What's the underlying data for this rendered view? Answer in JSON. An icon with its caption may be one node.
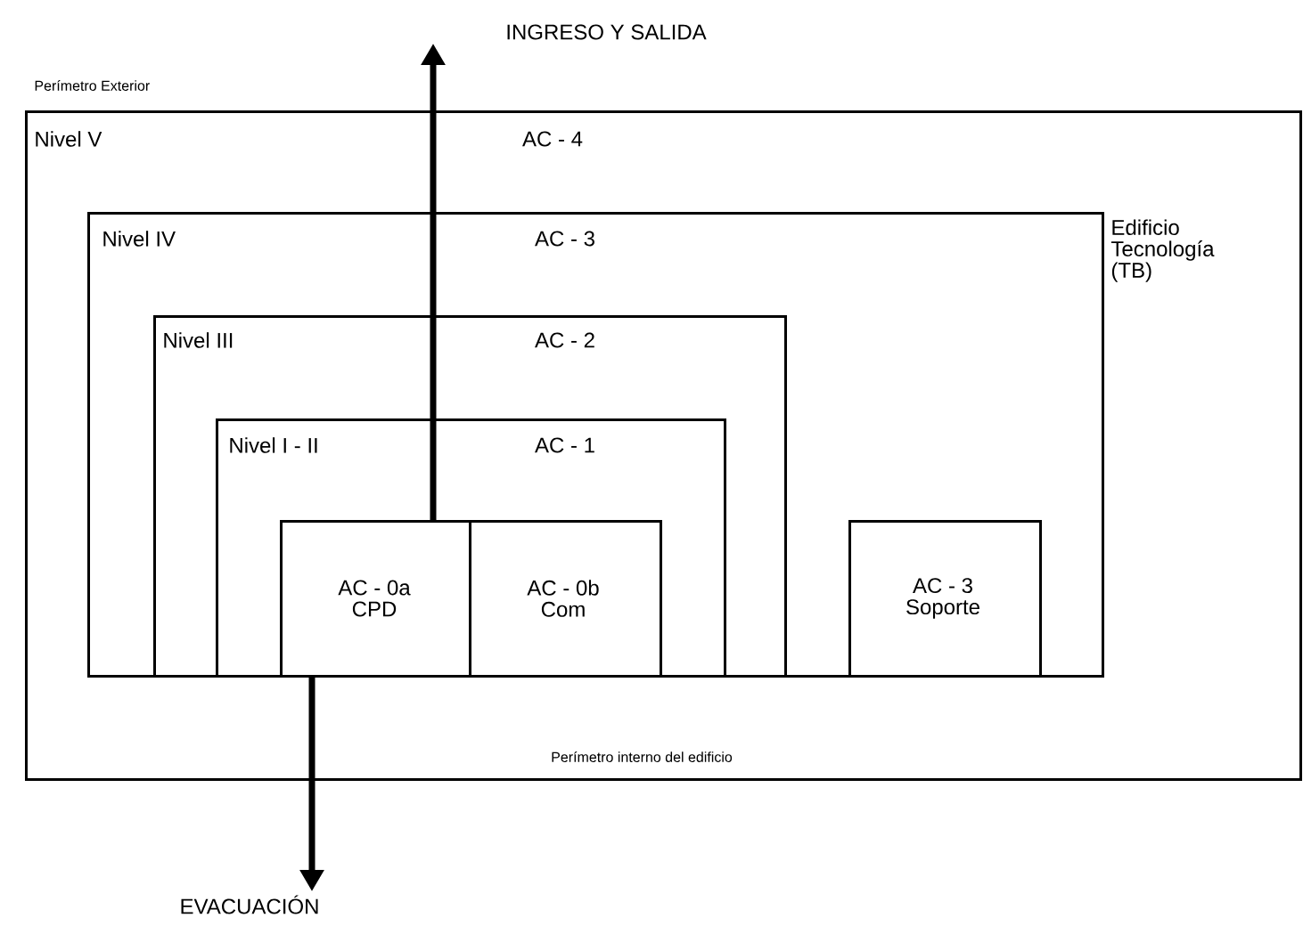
{
  "diagram": {
    "nodes": [
      {
        "text": [
          "Perímetro Exterior",
          "Nivel V",
          "AC - 4"
        ]
      },
      {
        "text": [
          "Nivel IV",
          "AC - 3"
        ],
        "in": 0,
        "beside": [
          "Edificio Tecnología (TB)"
        ]
      },
      {
        "text": [
          "Nivel III",
          "AC - 2"
        ],
        "in": 1
      },
      {
        "text": [
          "Nivel I - II",
          "AC - 1"
        ],
        "in": 2
      },
      {
        "text": [
          "AC - 0a CPD"
        ],
        "in": 3
      },
      {
        "text": [
          "AC - 0b Com"
        ],
        "in": 3
      },
      {
        "text": [
          "AC - 3 Soporte"
        ],
        "in": 1
      },
      {
        "text": [
          "INGRESO Y SALIDA"
        ]
      },
      {
        "text": [
          "EVACUACIÓN"
        ]
      }
    ],
    "edges": [
      {
        "from": 4,
        "to": 7,
        "arrow": "to"
      },
      {
        "from": 4,
        "to": 8,
        "arrow": "to"
      }
    ],
    "labels": [
      "Perímetro interno del edificio"
    ]
  }
}
